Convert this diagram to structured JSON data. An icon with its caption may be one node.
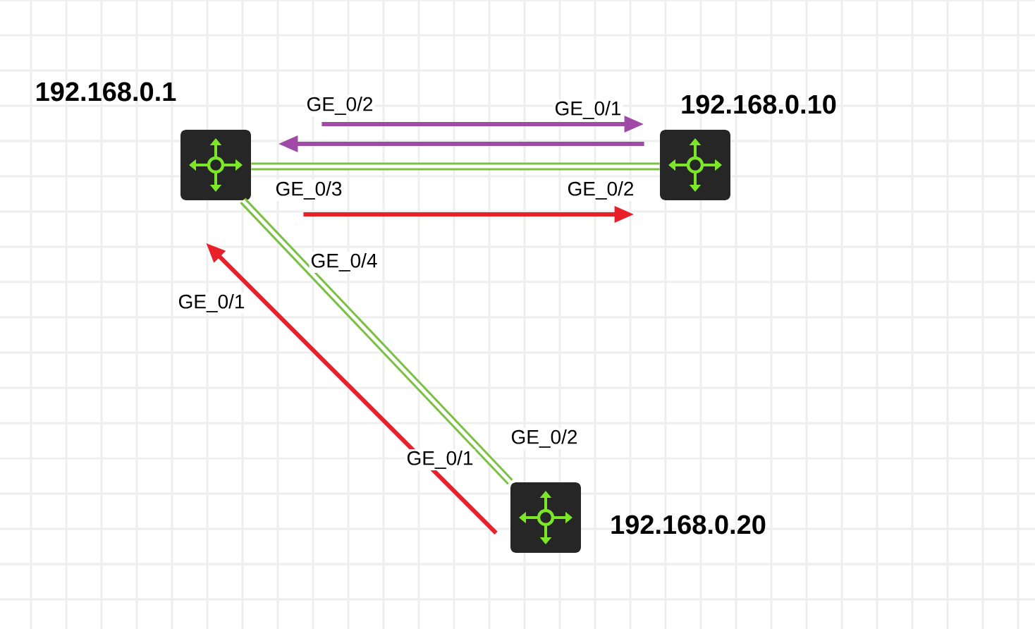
{
  "diagram": {
    "nodes": [
      {
        "text": [],
        "shape": "picture",
        "beside": [
          "192.168.0.1"
        ]
      },
      {
        "text": [],
        "shape": "picture",
        "beside": [
          "192.168.0.10"
        ]
      },
      {
        "text": [],
        "shape": "picture",
        "beside": [
          "192.168.0.20"
        ]
      }
    ],
    "edges": [
      {
        "from": 0,
        "to": 1,
        "arrow": "none",
        "color": "#7ac143",
        "style": "thick"
      },
      {
        "from": 0,
        "to": 2,
        "arrow": "none",
        "color": "#7ac143",
        "style": "thick"
      },
      {
        "from": 0,
        "to": 1,
        "arrow": "to",
        "color": "#a04aa8"
      },
      {
        "from": 1,
        "to": 0,
        "arrow": "to",
        "color": "#a04aa8"
      },
      {
        "from": 0,
        "to": 1,
        "arrow": "to",
        "color": "#e8202a"
      },
      {
        "from": 2,
        "to": 0,
        "arrow": "to",
        "color": "#e8202a"
      }
    ],
    "labels": [
      "GE_0/2",
      "GE_0/1",
      "GE_0/3",
      "GE_0/2",
      "GE_0/4",
      "GE_0/1",
      "GE_0/2",
      "GE_0/1"
    ]
  }
}
